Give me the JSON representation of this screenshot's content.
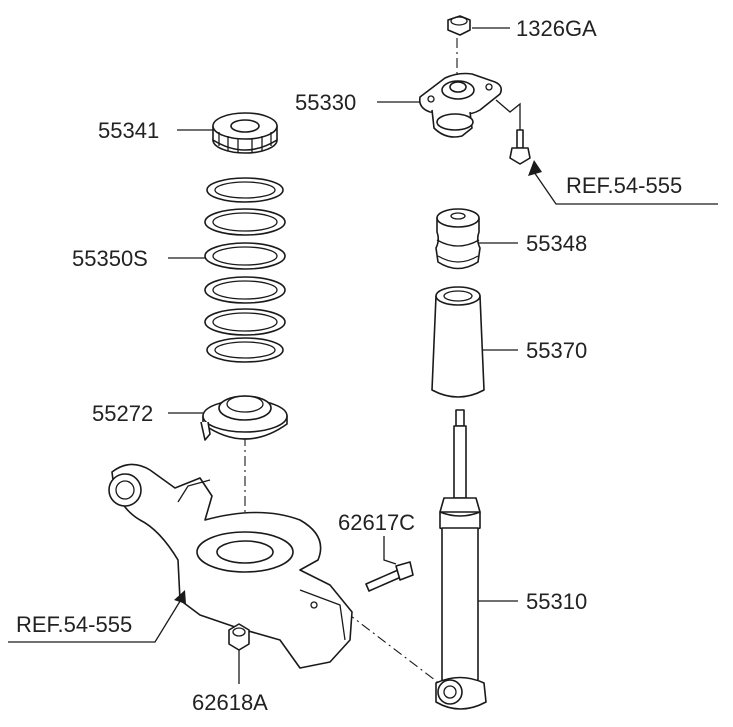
{
  "labels": {
    "nut_top": "1326GA",
    "mount": "55330",
    "ref_top": "REF.54-555",
    "spring_pad": "55341",
    "spring": "55350S",
    "bump_stopper": "55348",
    "dust_cover": "55370",
    "lower_seat": "55272",
    "bolt": "62617C",
    "shock_absorber": "55310",
    "ref_bottom": "REF.54-555",
    "nut_bottom": "62618A"
  }
}
